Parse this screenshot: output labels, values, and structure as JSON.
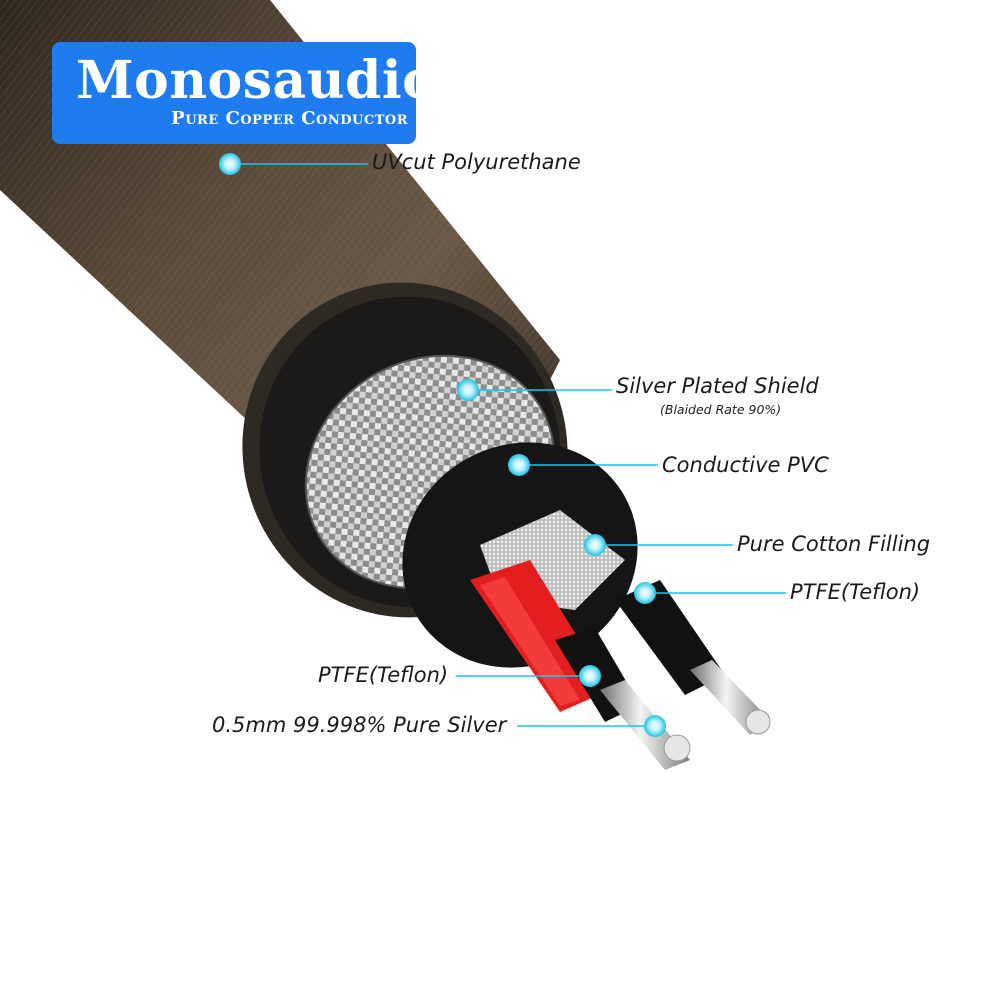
{
  "brand": {
    "name": "Monosaudio",
    "tagline": "Pure Copper Conductor",
    "color": "#1f7cf0"
  },
  "callouts": {
    "jacket": "UVcut Polyurethane",
    "shield": "Silver Plated Shield",
    "shield_note": "(Blaided Rate 90%)",
    "conductive_pvc": "Conductive PVC",
    "filling": "Pure Cotton Filling",
    "ptfe_right": "PTFE(Teflon)",
    "ptfe_left": "PTFE(Teflon)",
    "conductor": "0.5mm 99.998% Pure Silver"
  },
  "colors": {
    "jacket": "#4a3d30",
    "pointer": "#1fc3e6",
    "red_insulation": "#e41e1e"
  }
}
